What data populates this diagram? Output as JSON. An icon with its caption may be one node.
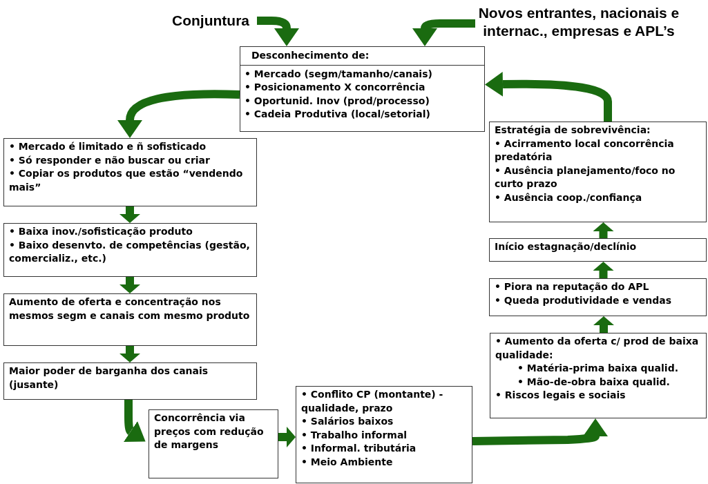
{
  "diagram": {
    "nodes": [
      {
        "text": [
          "Conjuntura"
        ]
      },
      {
        "text": [
          "Novos entrantes, nacionais e internac., empresas e APL’s"
        ]
      },
      {
        "text": [
          "Desconhecimento de:",
          "• Mercado (segm/tamanho/canais)",
          "• Posicionamento X concorrência",
          "• Oportunid. Inov (prod/processo)",
          "• Cadeia Produtiva (local/setorial)"
        ]
      },
      {
        "text": [
          "• Mercado é limitado e ñ sofisticado",
          "• Só responder e não buscar ou criar",
          "• Copiar os produtos que estão “vendendo mais”"
        ]
      },
      {
        "text": [
          "• Baixa inov./sofisticação produto",
          "• Baixo desenvto. de competências (gestão, comercializ., etc.)"
        ]
      },
      {
        "text": [
          "Aumento de oferta e concentração nos mesmos segm e canais com mesmo produto"
        ]
      },
      {
        "text": [
          "Maior poder de barganha dos canais (jusante)"
        ]
      },
      {
        "text": [
          "Concorrência via preços com redução de margens"
        ]
      },
      {
        "text": [
          "• Conflito CP (montante) - qualidade, prazo",
          "• Salários baixos",
          "• Trabalho informal",
          "• Informal. tributária",
          "• Meio Ambiente"
        ]
      },
      {
        "text": [
          "• Aumento da oferta c/ prod de baixa qualidade:",
          "• Matéria-prima baixa qualid.",
          "• Mão-de-obra baixa qualid.",
          "• Riscos legais e sociais"
        ]
      },
      {
        "text": [
          "• Piora na reputação do APL",
          "• Queda produtividade e vendas"
        ]
      },
      {
        "text": [
          "Início estagnação/declínio"
        ]
      },
      {
        "text": [
          "Estratégia de sobrevivência:",
          "• Acirramento local concorrência predatória",
          "• Ausência planejamento/foco no curto prazo",
          "• Ausência coop./confiança"
        ]
      }
    ],
    "edges": [
      {
        "from": 0,
        "to": 2,
        "arrow": "to"
      },
      {
        "from": 1,
        "to": 2,
        "arrow": "to"
      },
      {
        "from": 2,
        "to": 3,
        "arrow": "to"
      },
      {
        "from": 3,
        "to": 4,
        "arrow": "to"
      },
      {
        "from": 4,
        "to": 5,
        "arrow": "to"
      },
      {
        "from": 5,
        "to": 6,
        "arrow": "to"
      },
      {
        "from": 6,
        "to": 7,
        "arrow": "to"
      },
      {
        "from": 7,
        "to": 8,
        "arrow": "to"
      },
      {
        "from": 8,
        "to": 9,
        "arrow": "to"
      },
      {
        "from": 9,
        "to": 10,
        "arrow": "to"
      },
      {
        "from": 10,
        "to": 11,
        "arrow": "to"
      },
      {
        "from": 11,
        "to": 12,
        "arrow": "to"
      },
      {
        "from": 12,
        "to": 2,
        "arrow": "to"
      }
    ]
  }
}
